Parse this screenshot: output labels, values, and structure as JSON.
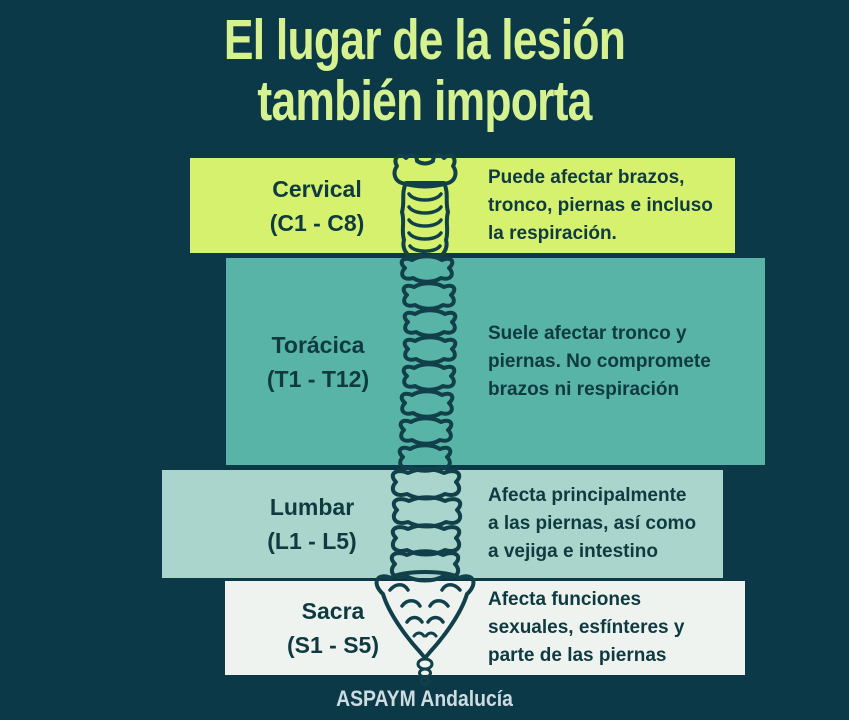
{
  "title": {
    "line1": "El lugar de la lesión",
    "line2": "también importa"
  },
  "sections": [
    {
      "label": "Cervical",
      "range": "(C1 - C8)",
      "description_lines": [
        "Puede afectar brazos,",
        "tronco, piernas e incluso",
        "la respiración."
      ],
      "band_color": "#d6f16e"
    },
    {
      "label": "Torácica",
      "range": "(T1 - T12)",
      "description_lines": [
        "Suele afectar tronco y",
        "piernas. No compromete",
        "brazos ni respiración"
      ],
      "band_color": "#57b4a6"
    },
    {
      "label": "Lumbar",
      "range": "(L1 - L5)",
      "description_lines": [
        "Afecta principalmente",
        "a las piernas, así como",
        "a vejiga e intestino"
      ],
      "band_color": "#aad5cc"
    },
    {
      "label": "Sacra",
      "range": "(S1 - S5)",
      "description_lines": [
        "Afecta funciones",
        "sexuales, esfínteres y",
        "parte de las piernas"
      ],
      "band_color": "#eef3f0"
    }
  ],
  "footer": {
    "credit": "ASPAYM Andalucía"
  },
  "icons": {
    "spine": "spine-vertebral-column-icon"
  },
  "colors": {
    "background": "#0c3947",
    "title_text": "#d6f18f",
    "band_text": "#0f3a40",
    "spine_ink": "#11404a",
    "footer_text": "#ccdce0"
  }
}
